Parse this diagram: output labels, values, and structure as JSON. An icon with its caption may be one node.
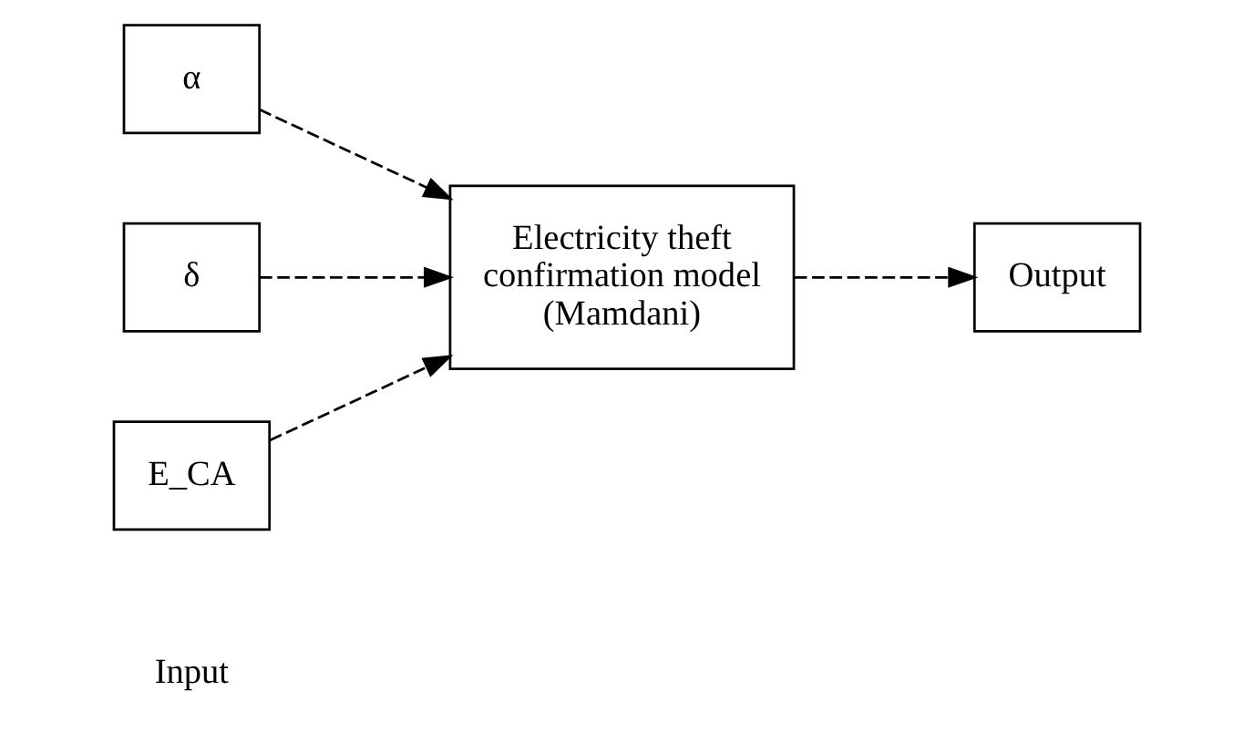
{
  "diagram": {
    "nodes": [
      {
        "text": [
          "α"
        ]
      },
      {
        "text": [
          "δ"
        ]
      },
      {
        "text": [
          "E_CA"
        ]
      },
      {
        "text": [
          "Electricity theft confirmation model (Mamdani)"
        ]
      },
      {
        "text": [
          "Output"
        ]
      }
    ],
    "edges": [
      {
        "from": 0,
        "to": 3,
        "arrow": "to",
        "style": "dashed"
      },
      {
        "from": 1,
        "to": 3,
        "arrow": "to",
        "style": "dashed"
      },
      {
        "from": 2,
        "to": 3,
        "arrow": "to",
        "style": "dashed"
      },
      {
        "from": 3,
        "to": 4,
        "arrow": "to",
        "style": "dashed"
      }
    ],
    "labels": [
      "Input"
    ]
  }
}
